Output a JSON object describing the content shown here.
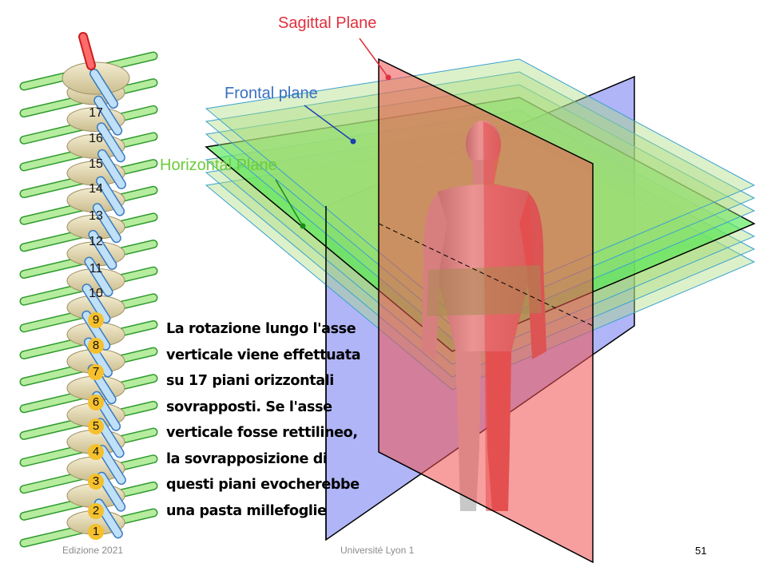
{
  "labels": {
    "sagittal": "Sagittal Plane",
    "frontal": "Frontal plane",
    "horizontal": "Horizontal Plane"
  },
  "caption_lines": [
    "La rotazione lungo l'asse",
    "verticale viene effettuata",
    "su 17 piani orizzontali",
    "sovrapposti. Se l'asse",
    "verticale fosse rettilineo,",
    "la sovrapposizione di",
    "questi piani evocherebbe",
    "una pasta millefoglie"
  ],
  "vertebrae": [
    "17",
    "16",
    "15",
    "14",
    "13",
    "12",
    "11",
    "10",
    "9",
    "8",
    "7",
    "6",
    "5",
    "4",
    "3",
    "2",
    "1"
  ],
  "highlighted_vertebrae": [
    "9",
    "8",
    "7",
    "6",
    "5",
    "4",
    "3",
    "2",
    "1"
  ],
  "footer": {
    "left": "Edizione 2021",
    "center": "Université Lyon 1",
    "page": "51"
  },
  "colors": {
    "sagittal": "#e0303e",
    "frontal": "#3a70c0",
    "horizontal": "#6ccc3a",
    "badge": "#f5c02c"
  }
}
